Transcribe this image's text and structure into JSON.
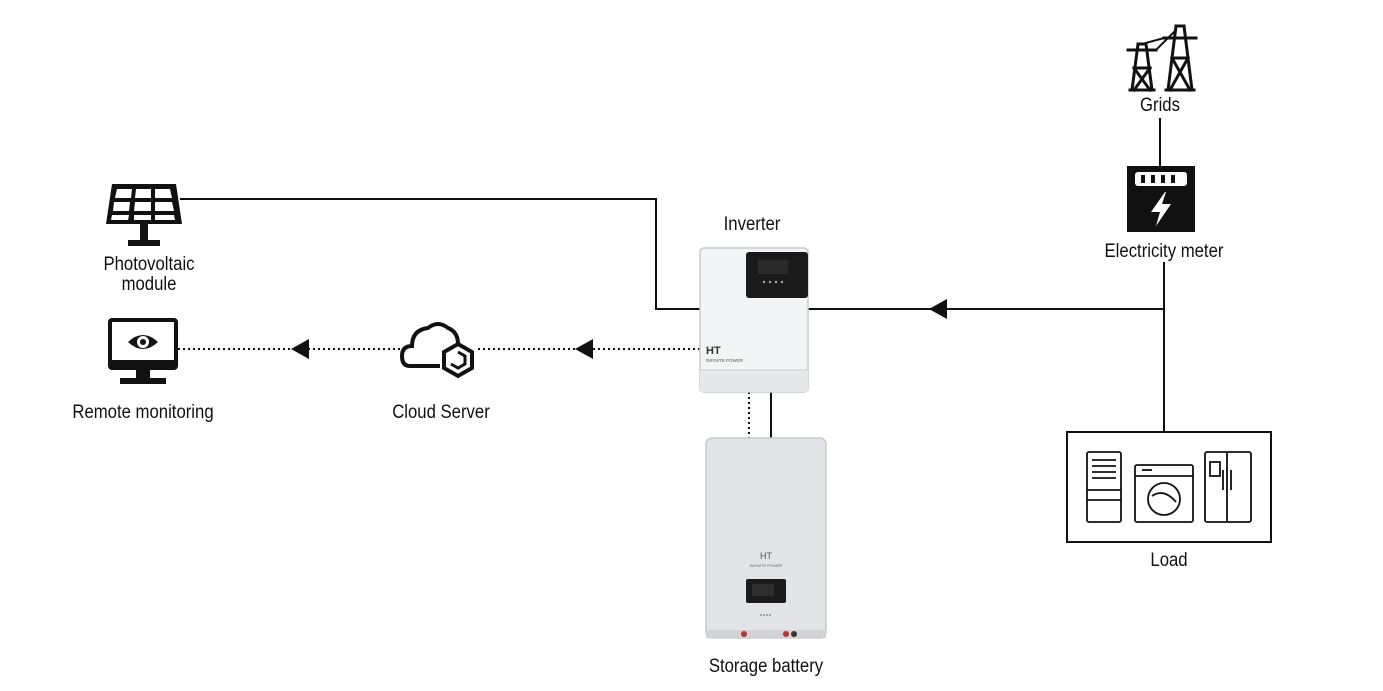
{
  "nodes": {
    "pv_label_line1": "Photovoltaic",
    "pv_label_line2": "module",
    "monitor_label": "Remote monitoring",
    "cloud_label": "Cloud Server",
    "inverter_label": "Inverter",
    "battery_label": "Storage battery",
    "grid_label": "Grids",
    "meter_label": "Electricity meter",
    "load_label": "Load"
  },
  "devices": {
    "inverter_brand": "HT",
    "inverter_sub": "INFINITE POWER",
    "battery_brand": "HT",
    "battery_sub": "INFINITE POWER"
  },
  "icons": {
    "pv": "solar-panel-icon",
    "monitor": "monitor-eye-icon",
    "cloud": "cloud-server-icon",
    "grid": "power-tower-icon",
    "meter": "electricity-meter-icon",
    "load": "appliances-icon"
  },
  "colors": {
    "line": "#111111",
    "device_body": "#e6e7ea",
    "device_panel": "#1a1a1a"
  }
}
